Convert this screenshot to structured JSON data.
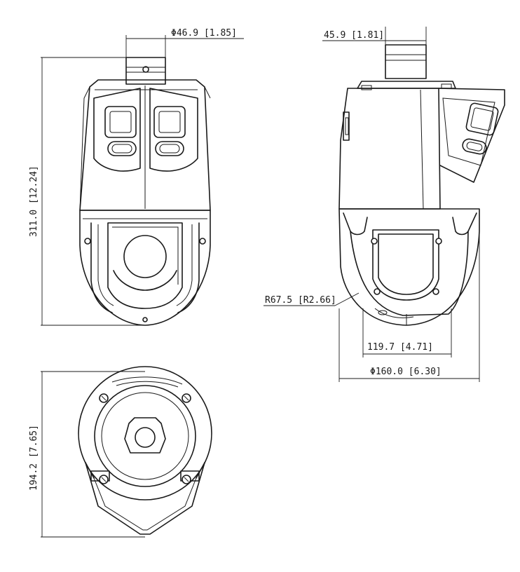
{
  "dimensions": {
    "front_mount_diameter": "Φ46.9 [1.85]",
    "front_height": "311.0 [12.24]",
    "side_mount_width": "45.9 [1.81]",
    "side_radius": "R67.5 [R2.66]",
    "side_inner_width": "119.7 [4.71]",
    "side_overall_diameter": "Φ160.0 [6.30]",
    "bottom_height": "194.2 [7.65]"
  }
}
